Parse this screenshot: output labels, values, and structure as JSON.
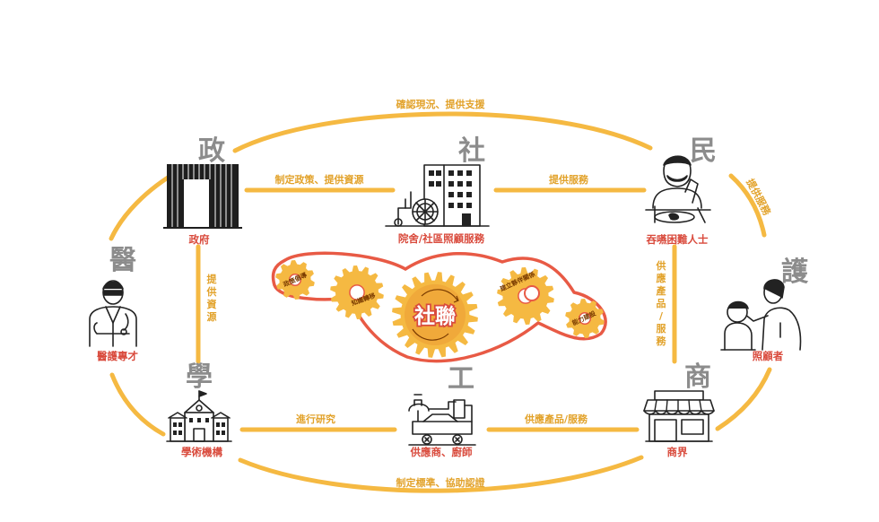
{
  "big_labels": {
    "gov": "政",
    "society": "社",
    "people": "民",
    "medical": "醫",
    "care": "護",
    "academia": "學",
    "industry": "工",
    "business": "商"
  },
  "nodes": {
    "government": "政府",
    "care_services": "院舍/社區照顧服務",
    "swallowing": "吞嚥困難人士",
    "medical_staff": "醫護專才",
    "caregiver": "照顧者",
    "academic": "學術機構",
    "suppliers": "供應商、廚師",
    "business": "商界"
  },
  "edges": {
    "top_arc": "確認現況、提供支援",
    "gov_to_soc": "制定政策、提供資源",
    "soc_to_people": "提供服務",
    "right_arc": "提供服務",
    "gov_to_acad": "提供資源",
    "people_to_business": "供應產品/服務",
    "acad_to_industry": "進行研究",
    "industry_to_business": "供應產品/服務",
    "bottom_arc": "制定標準、協助認證"
  },
  "gears": {
    "left_small": "政策倡導",
    "left_big": "知識轉移",
    "center": "社聯",
    "right_big": "建立夥伴關係",
    "right_small": "能力建設"
  },
  "colors": {
    "line": "#f5b942",
    "label_orange": "#e2a22a",
    "label_red": "#d94a3c",
    "gear": "#f5b942",
    "gear_outline": "#e85a45",
    "big_char": "#8c8c8c"
  },
  "icons": {
    "government": "government-building-icon",
    "care_services": "hospital-wheelchair-icon",
    "swallowing": "person-eating-icon",
    "medical_staff": "doctor-icon",
    "caregiver": "caregiver-icon",
    "academic": "school-icon",
    "suppliers": "factory-machine-icon",
    "business": "storefront-icon"
  }
}
